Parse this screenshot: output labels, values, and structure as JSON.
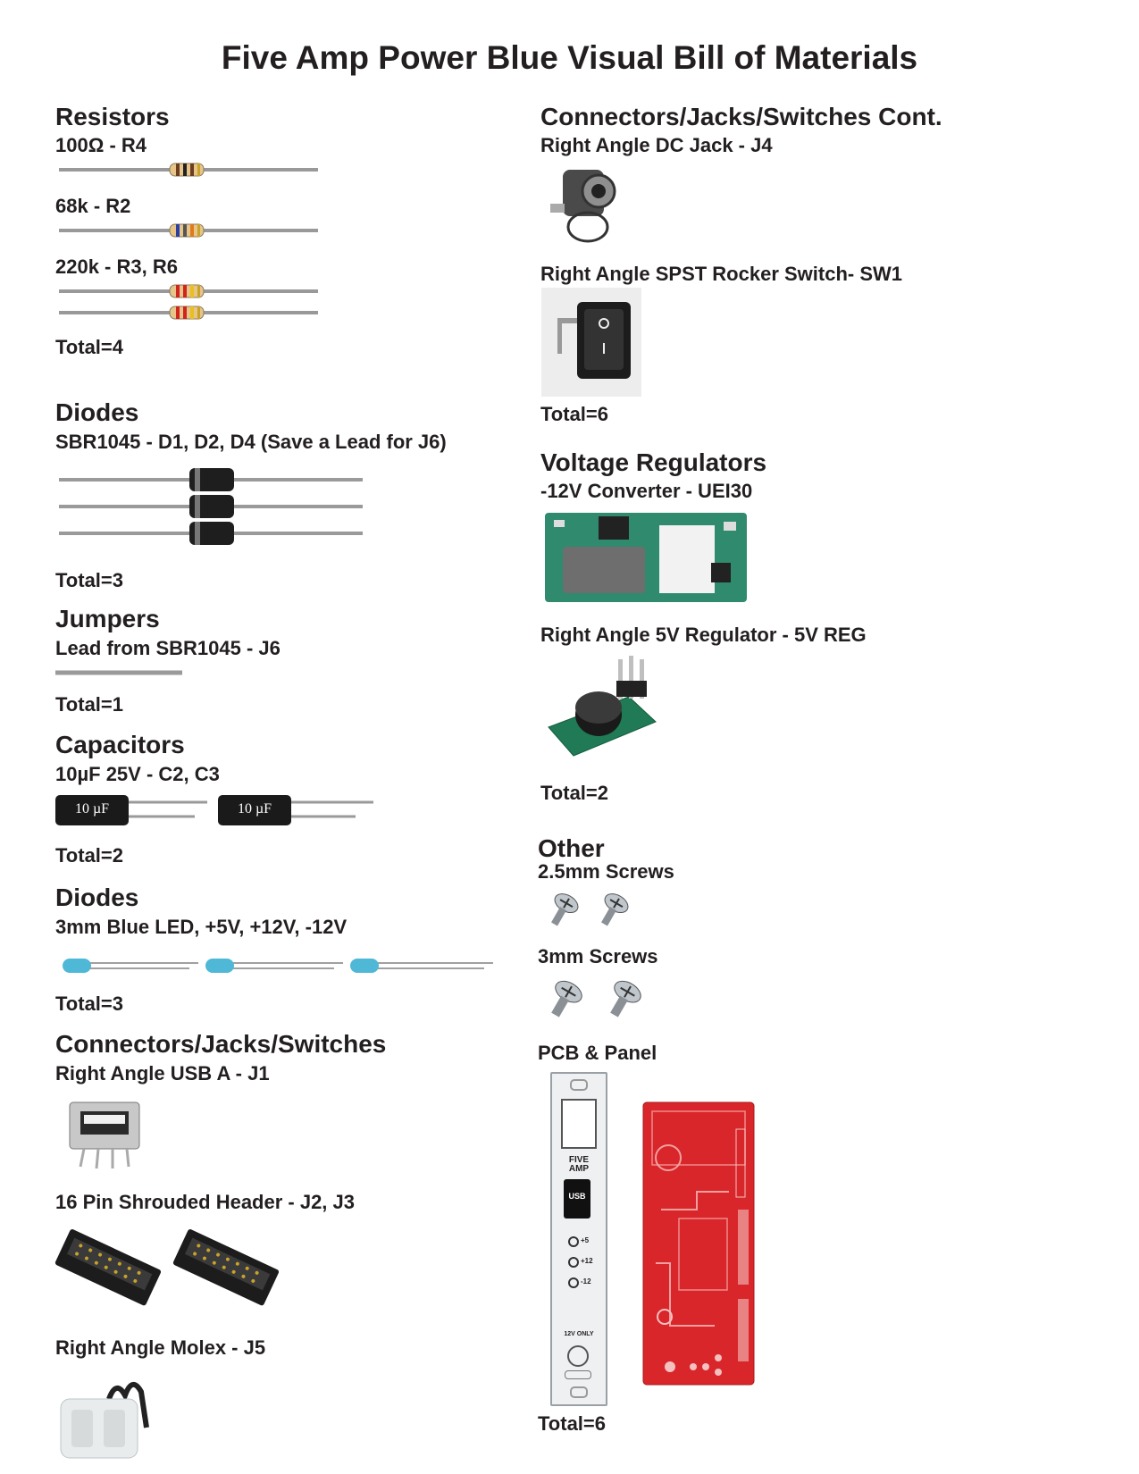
{
  "title": "Five Amp Power Blue Visual Bill of Materials",
  "left": {
    "resistors": {
      "heading": "Resistors",
      "items": [
        "100Ω - R4",
        "68k - R2",
        "220k - R3, R6"
      ],
      "total": "Total=4"
    },
    "diodes": {
      "heading": "Diodes",
      "item": "SBR1045 - D1, D2, D4 (Save a Lead for J6)",
      "total": "Total=3"
    },
    "jumpers": {
      "heading": "Jumpers",
      "item": "Lead from SBR1045 - J6",
      "total": "Total=1"
    },
    "capacitors": {
      "heading": "Capacitors",
      "item": "10µF 25V - C2, C3",
      "cap_label": "10 µF",
      "total": "Total=2"
    },
    "leds": {
      "heading": "Diodes",
      "item": "3mm Blue LED, +5V, +12V, -12V",
      "total": "Total=3"
    },
    "connectors": {
      "heading": "Connectors/Jacks/Switches",
      "items": [
        "Right Angle USB A - J1",
        "16 Pin Shrouded Header - J2, J3",
        "Right Angle Molex - J5"
      ]
    }
  },
  "right": {
    "connectors_cont": {
      "heading": "Connectors/Jacks/Switches Cont.",
      "items": [
        "Right Angle DC Jack - J4",
        "Right Angle SPST Rocker Switch- SW1"
      ],
      "total": "Total=6"
    },
    "regulators": {
      "heading": "Voltage Regulators",
      "items": [
        "-12V Converter - UEI30",
        "Right Angle 5V Regulator - 5V REG"
      ],
      "total": "Total=2"
    },
    "other": {
      "heading": "Other",
      "items": [
        "2.5mm Screws",
        "3mm Screws",
        "PCB & Panel"
      ],
      "total": "Total=6"
    }
  },
  "panel": {
    "logo_top": "FIVE",
    "logo_bottom": "AMP",
    "usb": "USB",
    "leds": [
      "+5",
      "+12",
      "-12"
    ],
    "power_note": "12V ONLY"
  },
  "colors": {
    "text": "#231f20",
    "led_blue": "#4fb8d6",
    "pcb_red": "#d8262a",
    "regulator_green": "#1f7a55",
    "resistor_body": "#e6c48a"
  }
}
